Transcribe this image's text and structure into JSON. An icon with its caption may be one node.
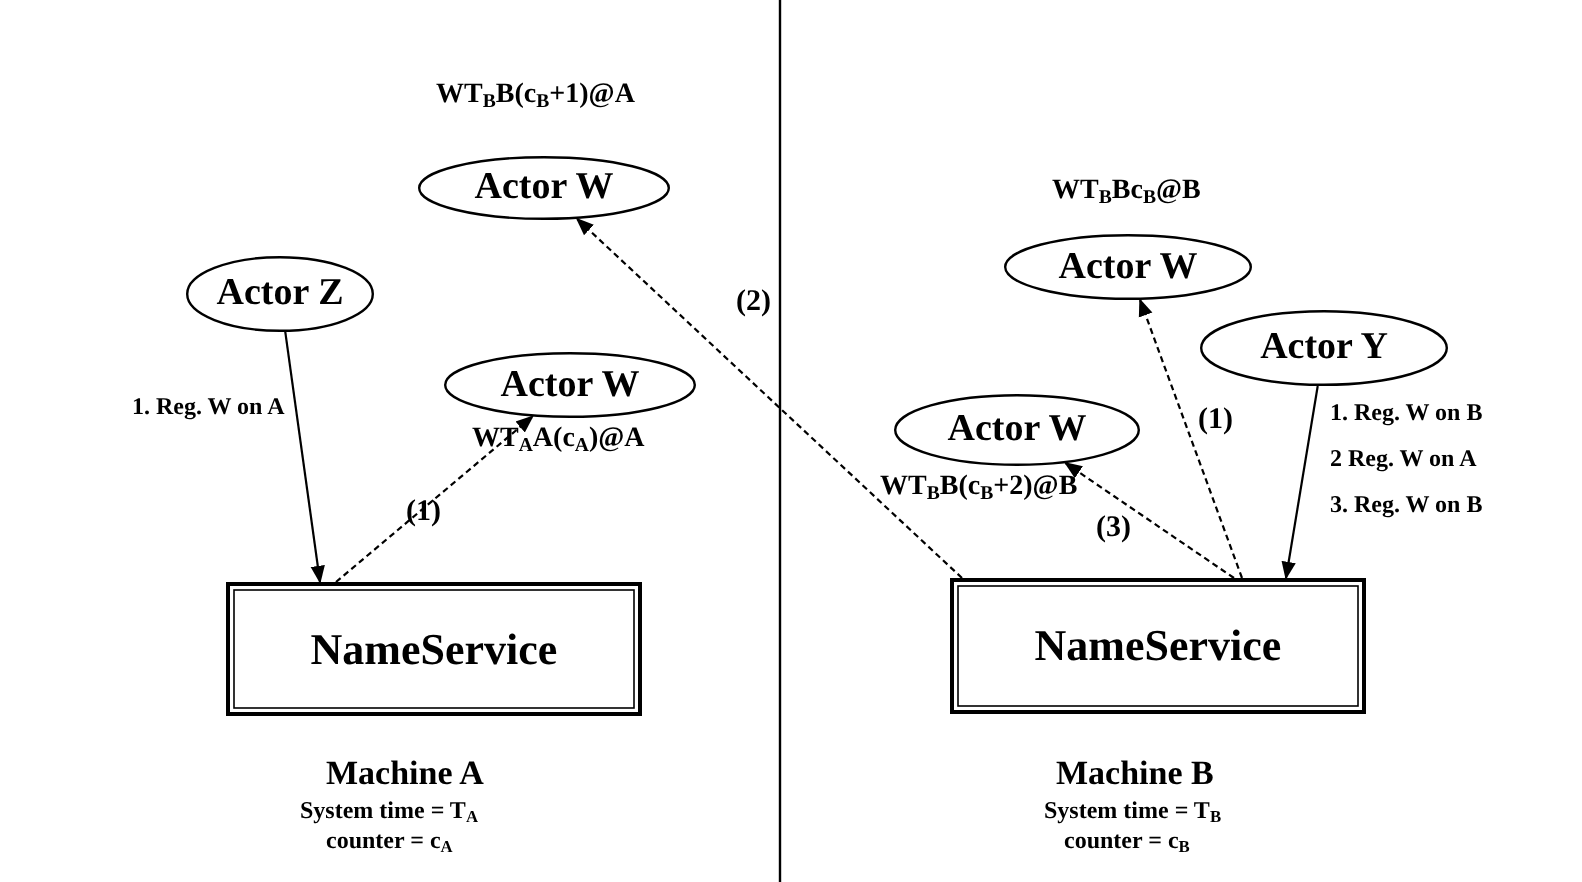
{
  "diagram": {
    "nodes": [
      {
        "text": [
          "Actor Z"
        ]
      },
      {
        "text": [
          "Actor W"
        ],
        "beside": [
          "WT$_{A}$A(c$_{A}$)@A"
        ]
      },
      {
        "text": [
          "Actor W"
        ],
        "beside": [
          "WT$_{B}$B(c$_{B}$+1)@A"
        ]
      },
      {
        "text": [
          "NameService"
        ]
      },
      {
        "text": [
          "Actor W"
        ],
        "beside": [
          "WT$_{B}$Bc$_{B}$@B"
        ]
      },
      {
        "text": [
          "Actor Y"
        ]
      },
      {
        "text": [
          "Actor W"
        ],
        "beside": [
          "WT$_{B}$B(c$_{B}$+2)@B"
        ]
      },
      {
        "text": [
          "NameService"
        ]
      }
    ],
    "edges": [
      {
        "from": 0,
        "to": 3,
        "arrow": "to",
        "label": "1. Reg. W on A"
      },
      {
        "from": 3,
        "to": 1,
        "arrow": "to",
        "label": "(1)",
        "style": "dashed"
      },
      {
        "from": 7,
        "to": 2,
        "arrow": "to",
        "label": "(2)",
        "style": "dashed"
      },
      {
        "from": 7,
        "to": 4,
        "arrow": "to",
        "label": "(1)",
        "style": "dashed"
      },
      {
        "from": 7,
        "to": 6,
        "arrow": "to",
        "label": "(3)",
        "style": "dashed"
      },
      {
        "from": 5,
        "to": 7,
        "arrow": "to"
      }
    ],
    "labels": [
      "1. Reg. W on B",
      "2 Reg. W on A",
      "3. Reg. W on B",
      "Machine A",
      "System time = T$_{A}$",
      "counter = c$_{A}$",
      "Machine B",
      "System time = T$_{B}$",
      "counter = c$_{B}$"
    ]
  }
}
